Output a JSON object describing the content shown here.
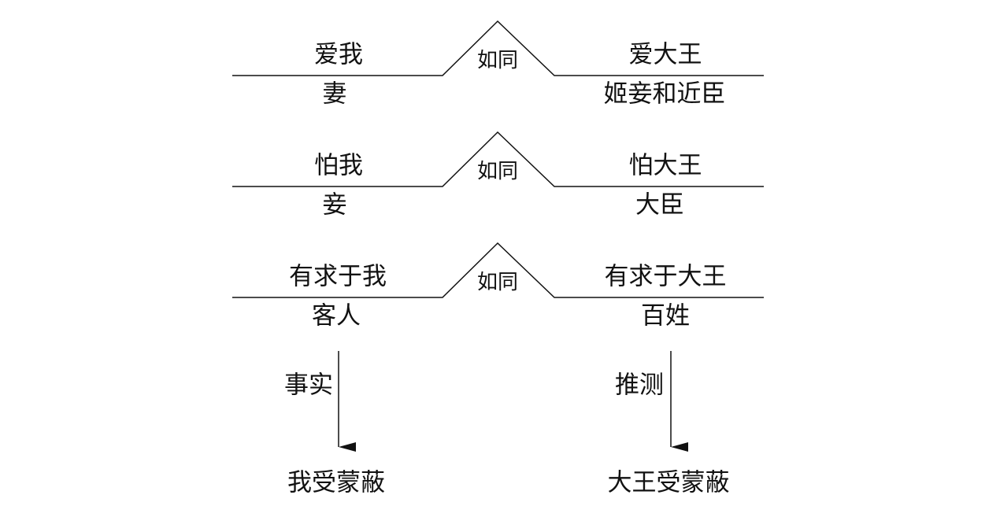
{
  "analogies": [
    {
      "left_top": "爱我",
      "left_bottom": "妻",
      "connector": "如同",
      "right_top": "爱大王",
      "right_bottom": "姬妾和近臣"
    },
    {
      "left_top": "怕我",
      "left_bottom": "妾",
      "connector": "如同",
      "right_top": "怕大王",
      "right_bottom": "大臣"
    },
    {
      "left_top": "有求于我",
      "left_bottom": "客人",
      "connector": "如同",
      "right_top": "有求于大王",
      "right_bottom": "百姓"
    }
  ],
  "left_arrow": {
    "label": "事实",
    "result": "我受蒙蔽"
  },
  "right_arrow": {
    "label": "推测",
    "result": "大王受蒙蔽"
  },
  "colors": {
    "ink": "#111111",
    "background": "#ffffff"
  }
}
